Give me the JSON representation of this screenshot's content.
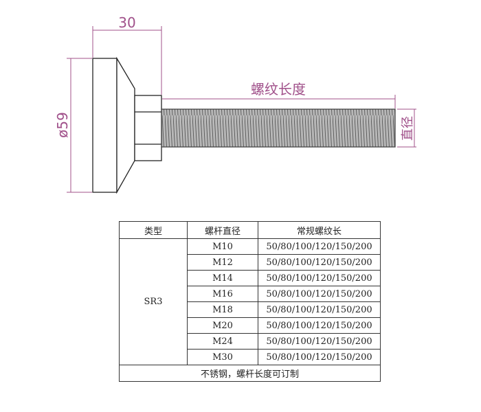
{
  "drawing": {
    "width_dim": "30",
    "diameter_dim": "ø59",
    "thread_length_label": "螺纹长度",
    "diameter_label": "直径"
  },
  "table": {
    "headers": [
      "类型",
      "螺杆直径",
      "常规螺纹长"
    ],
    "type": "SR3",
    "rows": [
      {
        "diameter": "M10",
        "lengths": "50/80/100/120/150/200"
      },
      {
        "diameter": "M12",
        "lengths": "50/80/100/120/150/200"
      },
      {
        "diameter": "M14",
        "lengths": "50/80/100/120/150/200"
      },
      {
        "diameter": "M16",
        "lengths": "50/80/100/120/150/200"
      },
      {
        "diameter": "M18",
        "lengths": "50/80/100/120/150/200"
      },
      {
        "diameter": "M20",
        "lengths": "50/80/100/120/150/200"
      },
      {
        "diameter": "M24",
        "lengths": "50/80/100/120/150/200"
      },
      {
        "diameter": "M30",
        "lengths": "50/80/100/120/150/200"
      }
    ],
    "footer": "不锈钢，螺杆长度可订制"
  }
}
